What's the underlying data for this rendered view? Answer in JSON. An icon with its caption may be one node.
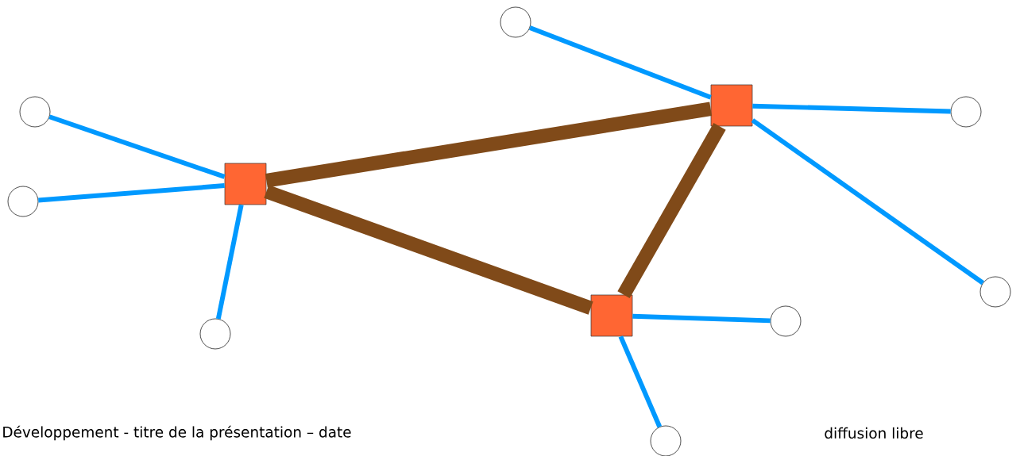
{
  "diagram": {
    "nodes": [
      {
        "text": [],
        "shape": "box"
      },
      {
        "text": [],
        "shape": "box"
      },
      {
        "text": [],
        "shape": "box"
      },
      {
        "text": [],
        "shape": "circle"
      },
      {
        "text": [],
        "shape": "circle"
      },
      {
        "text": [],
        "shape": "circle"
      },
      {
        "text": [],
        "shape": "circle"
      },
      {
        "text": [],
        "shape": "circle"
      },
      {
        "text": [],
        "shape": "circle"
      },
      {
        "text": [],
        "shape": "circle"
      },
      {
        "text": [],
        "shape": "circle"
      }
    ],
    "edges": [
      {
        "from": 0,
        "to": 1,
        "arrow": "none",
        "style": "thick",
        "color": "#804a19"
      },
      {
        "from": 0,
        "to": 2,
        "arrow": "none",
        "style": "thick",
        "color": "#804a19"
      },
      {
        "from": 1,
        "to": 2,
        "arrow": "none",
        "style": "thick",
        "color": "#804a19"
      },
      {
        "from": 3,
        "to": 0,
        "arrow": "none"
      },
      {
        "from": 4,
        "to": 0,
        "arrow": "none"
      },
      {
        "from": 5,
        "to": 0,
        "arrow": "none"
      },
      {
        "from": 6,
        "to": 1,
        "arrow": "none"
      },
      {
        "from": 7,
        "to": 1,
        "arrow": "none"
      },
      {
        "from": 8,
        "to": 1,
        "arrow": "none"
      },
      {
        "from": 9,
        "to": 2,
        "arrow": "none"
      },
      {
        "from": 10,
        "to": 2,
        "arrow": "none"
      }
    ],
    "labels": [
      "Développement - titre de la présentation – date",
      "diffusion libre"
    ]
  }
}
